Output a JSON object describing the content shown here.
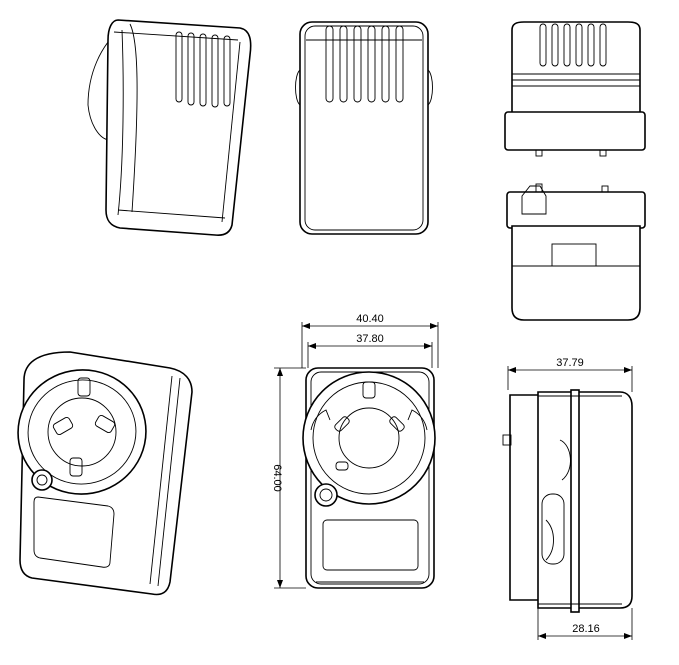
{
  "dimensions": {
    "front_overall_width": "40.40",
    "front_body_width": "37.80",
    "front_height": "64.00",
    "side_overall_width": "37.79",
    "side_body_width": "28.16"
  }
}
